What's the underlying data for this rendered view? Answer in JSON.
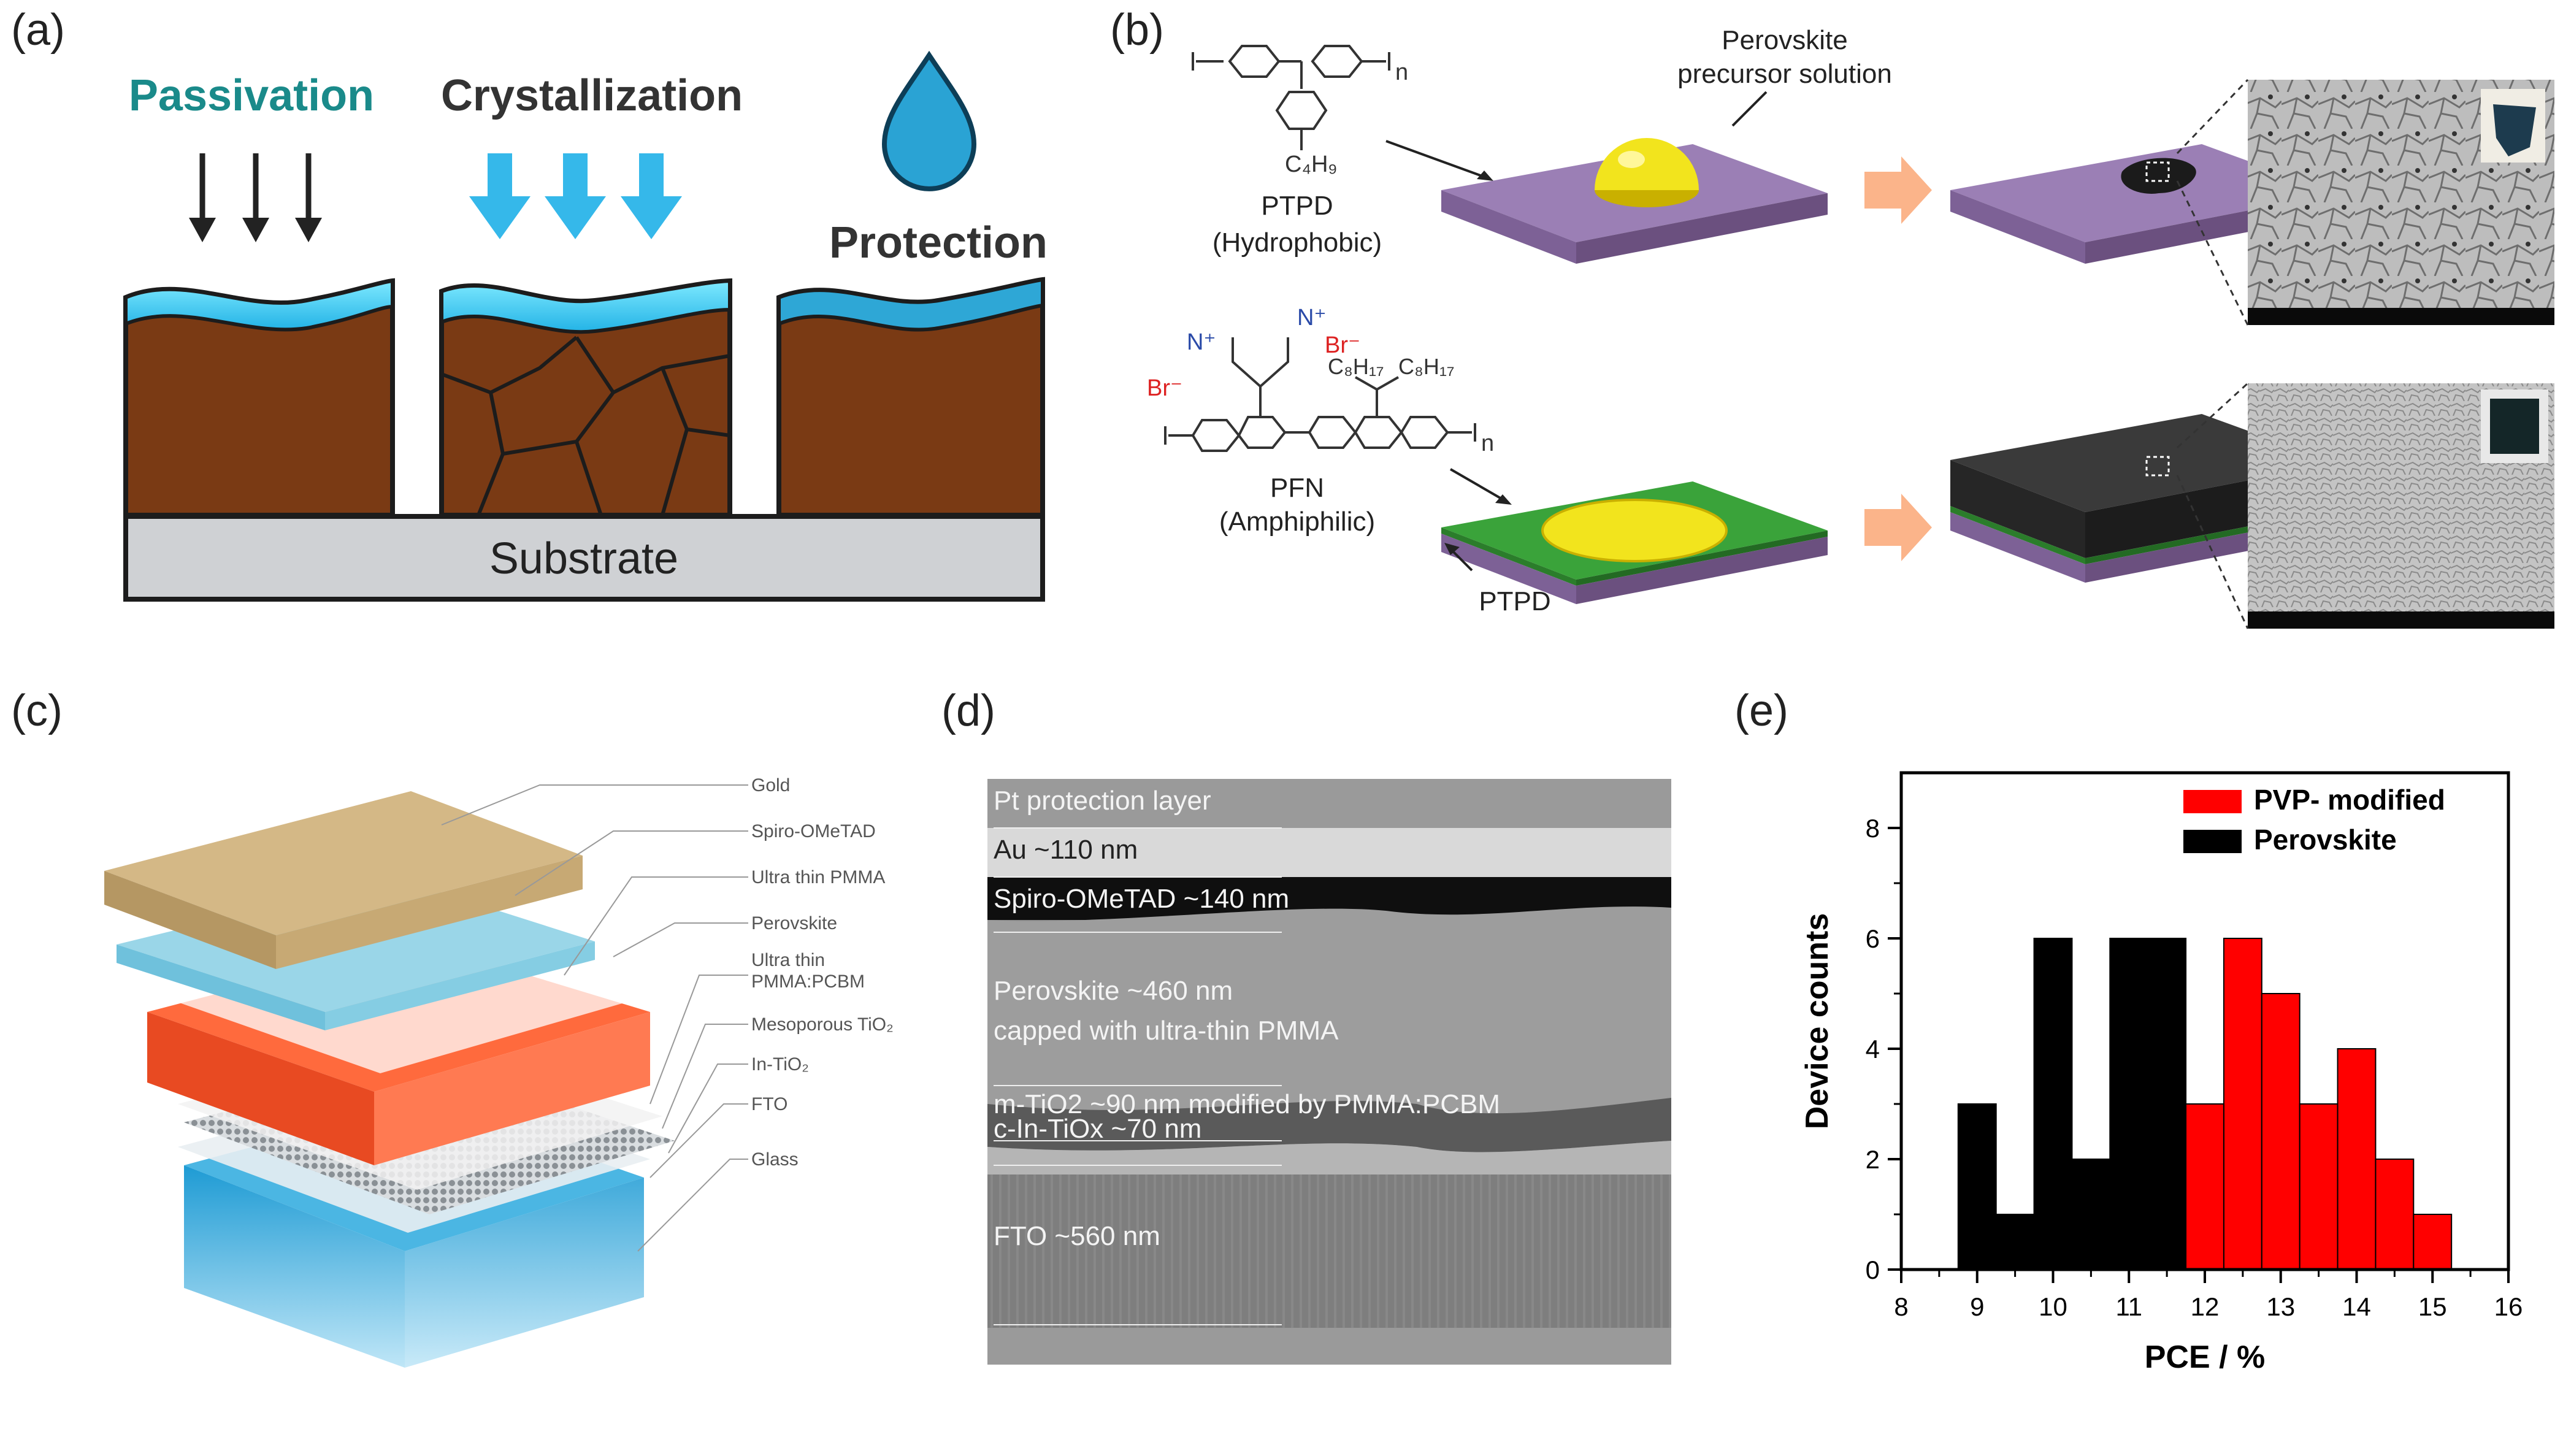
{
  "labels": {
    "a": "(a)",
    "b": "(b)",
    "c": "(c)",
    "d": "(d)",
    "e": "(e)"
  },
  "panel_a": {
    "passivation": "Passivation",
    "crystallization": "Crystallization",
    "protection": "Protection",
    "substrate": "Substrate",
    "colors": {
      "passivation_text": "#1a8a8a",
      "perovskite": "#7a3a14",
      "coating": "#2ea7d6",
      "substrate": "#cfd1d4"
    }
  },
  "panel_b": {
    "precursor_line1": "Perovskite",
    "precursor_line2": "precursor solution",
    "ptpd_name": "PTPD",
    "ptpd_prop": "(Hydrophobic)",
    "pfn_name": "PFN",
    "pfn_prop": "(Amphiphilic)",
    "ptpd_label": "PTPD",
    "chem_c4h9": "C₄H₉",
    "chem_c8h17_a": "C₈H₁₇",
    "chem_c8h17_b": "C₈H₁₇",
    "chem_n": "n",
    "chem_n2": "n",
    "chem_br1": "Br⁻",
    "chem_br2": "Br⁻",
    "chem_nplus1": "N⁺",
    "chem_nplus2": "N⁺",
    "colors": {
      "ptpd": "#9b7fb5",
      "pfn": "#3aa33a",
      "droplet": "#f2e41d",
      "perovskite_film": "#2c2c2c"
    }
  },
  "panel_c": {
    "layers": [
      "Gold",
      "Spiro-OMeTAD",
      "Ultra thin PMMA",
      "Perovskite",
      "Ultra thin",
      "PMMA:PCBM",
      "Mesoporous TiO₂",
      "In-TiO₂",
      "FTO",
      "Glass"
    ]
  },
  "panel_d": {
    "layers": [
      "Pt protection layer",
      "Au ~110 nm",
      "Spiro-OMeTAD ~140 nm",
      "Perovskite ~460 nm",
      "capped with ultra-thin PMMA",
      "m-TiO2 ~90 nm modified by PMMA:PCBM",
      "c-In-TiOx ~70 nm",
      "FTO ~560 nm"
    ]
  },
  "chart_data": {
    "type": "bar",
    "xlabel": "PCE / %",
    "ylabel": "Device counts",
    "xlim": [
      8,
      16
    ],
    "ylim": [
      0,
      9
    ],
    "xticks": [
      8,
      9,
      10,
      11,
      12,
      13,
      14,
      15,
      16
    ],
    "yticks": [
      0,
      2,
      4,
      6,
      8
    ],
    "bin_width": 0.5,
    "legend_position": "top-right",
    "series": [
      {
        "name": "Perovskite",
        "color": "#000000",
        "x": [
          9.0,
          9.5,
          10.0,
          10.5,
          11.0,
          11.5
        ],
        "values": [
          3,
          1,
          6,
          2,
          6,
          6
        ]
      },
      {
        "name": "PVP- modified",
        "color": "#ff0000",
        "x": [
          12.0,
          12.5,
          13.0,
          13.5,
          14.0,
          14.5,
          15.0
        ],
        "values": [
          3,
          6,
          5,
          3,
          4,
          2,
          1
        ]
      }
    ]
  }
}
